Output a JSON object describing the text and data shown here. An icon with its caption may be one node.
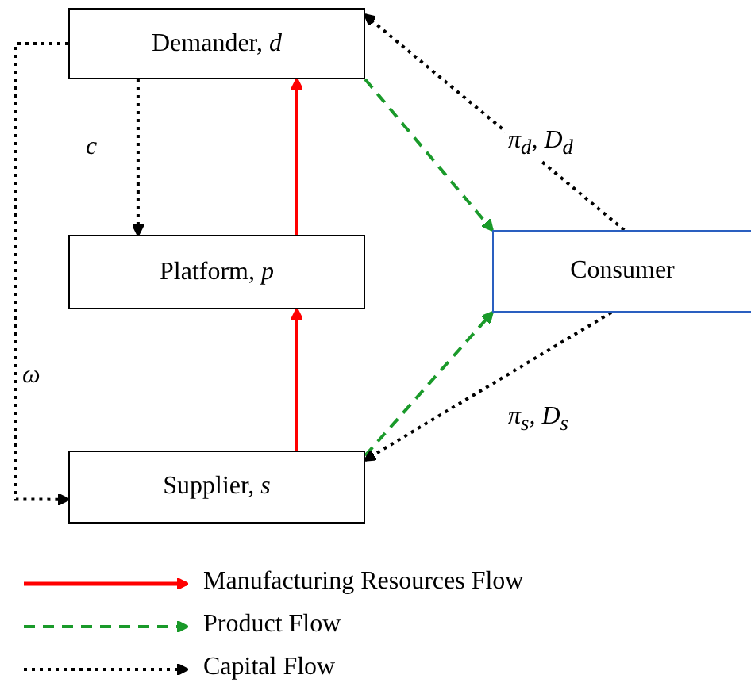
{
  "diagram": {
    "nodes": [
      {
        "text": [
          "Demander, *d*"
        ]
      },
      {
        "text": [
          "Platform, *p*"
        ]
      },
      {
        "text": [
          "Supplier, *s*"
        ]
      },
      {
        "text": [
          "Consumer"
        ]
      }
    ],
    "edges": [
      {
        "from": 2,
        "to": 1,
        "arrow": "to",
        "color": "#ff0000"
      },
      {
        "from": 1,
        "to": 0,
        "arrow": "to",
        "color": "#ff0000"
      },
      {
        "from": 0,
        "to": 3,
        "arrow": "to",
        "style": "dashed",
        "color": "#1a9a2a"
      },
      {
        "from": 2,
        "to": 3,
        "arrow": "to",
        "style": "dashed",
        "color": "#1a9a2a"
      },
      {
        "from": 0,
        "to": 1,
        "arrow": "to",
        "style": "dashed",
        "label": "c"
      },
      {
        "from": 0,
        "to": 2,
        "arrow": "to",
        "style": "dashed",
        "label": "ω"
      },
      {
        "from": 3,
        "to": 0,
        "arrow": "to",
        "style": "dashed",
        "label": "π$_{d}$, D$_{d}$"
      },
      {
        "from": 3,
        "to": 2,
        "arrow": "to",
        "style": "dashed",
        "label": "π$_{s}$, D$_{s}$"
      }
    ],
    "legend": [
      {
        "text": "Manufacturing Resources Flow"
      },
      {
        "text": "Product Flow"
      },
      {
        "text": "Capital Flow"
      }
    ]
  }
}
